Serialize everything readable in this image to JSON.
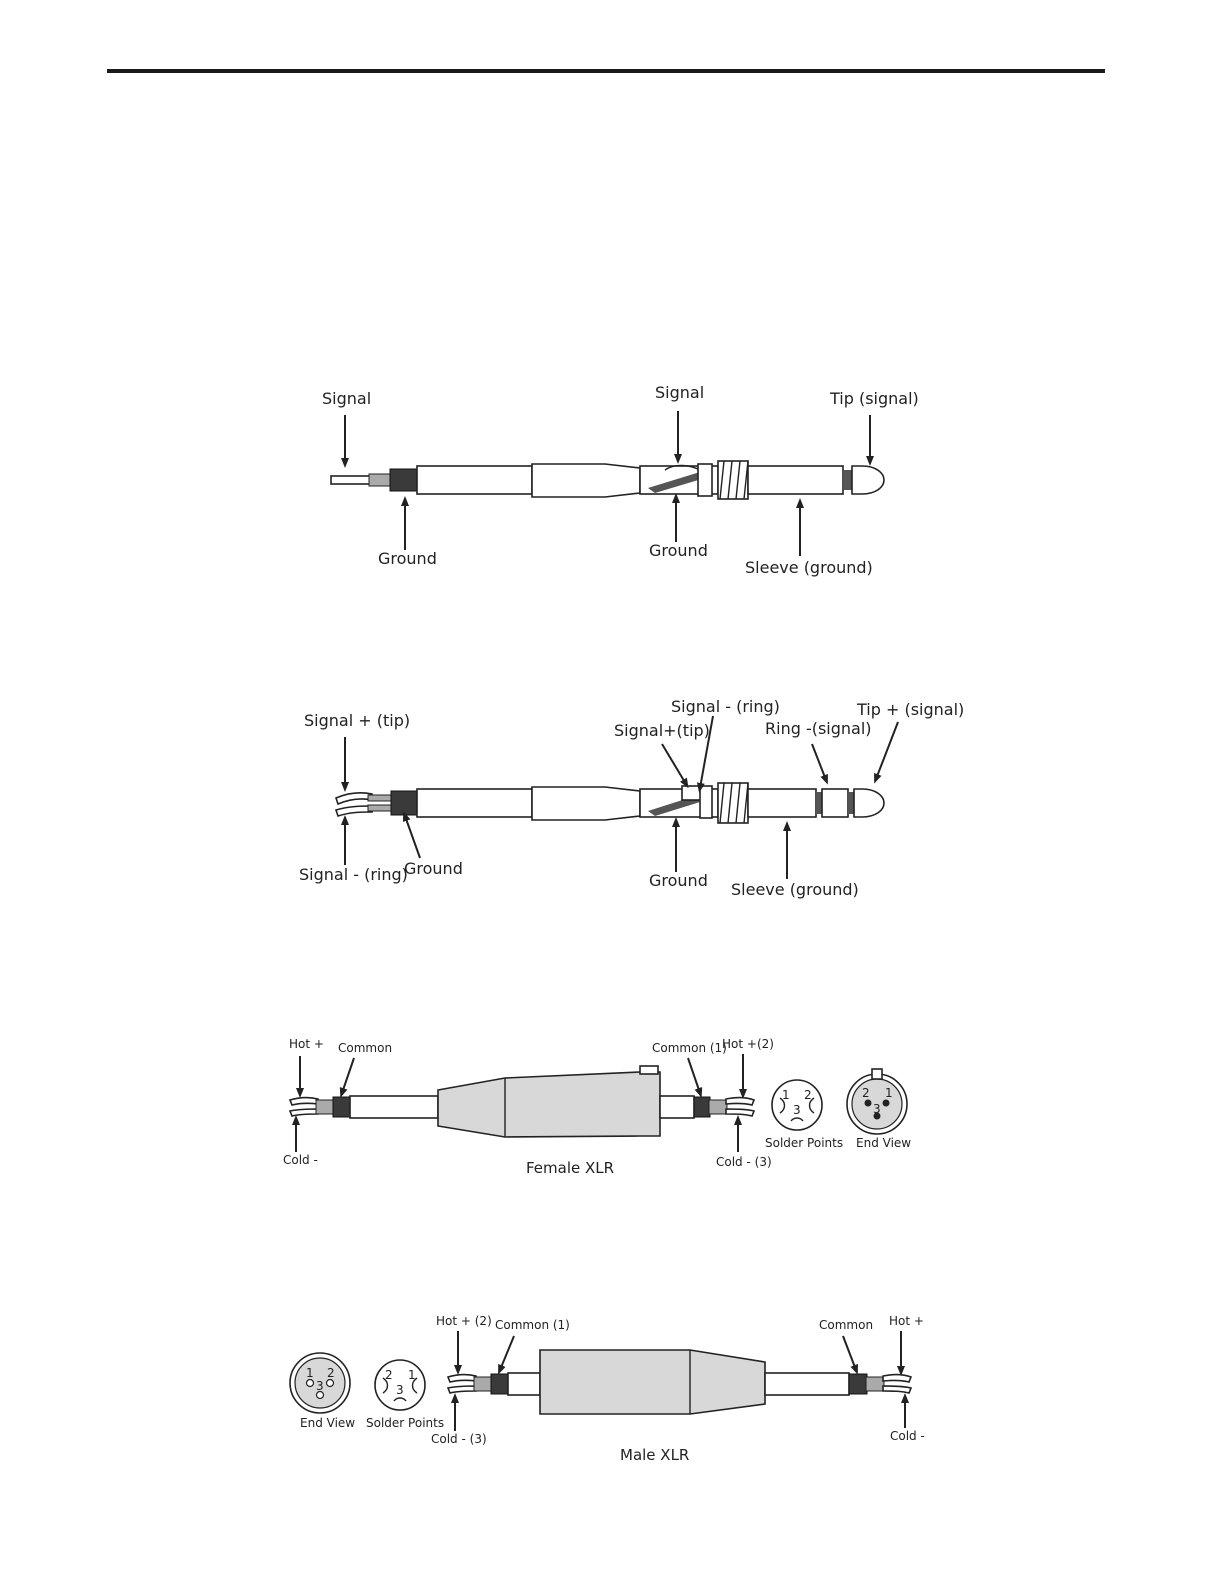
{
  "figure1": {
    "signal_left": "Signal",
    "signal_mid": "Signal",
    "tip": "Tip (signal)",
    "ground_left": "Ground",
    "ground_mid": "Ground",
    "sleeve": "Sleeve (ground)"
  },
  "figure2": {
    "signal_plus_tip_left": "Signal + (tip)",
    "signal_minus_ring_mid": "Signal - (ring)",
    "signal_plus_tip_mid": "Signal+(tip)",
    "tip_plus_signal": "Tip + (signal)",
    "ring_minus_signal": "Ring -(signal)",
    "signal_minus_ring_left": "Signal - (ring)",
    "ground_left": "Ground",
    "ground_mid": "Ground",
    "sleeve": "Sleeve (ground)"
  },
  "figure3": {
    "hot_left": "Hot +",
    "common_left": "Common",
    "common_right": "Common (1)",
    "hot_right": "Hot +(2)",
    "cold_left": "Cold -",
    "cold_right": "Cold - (3)",
    "solder_points": "Solder Points",
    "end_view": "End View",
    "caption": "Female XLR",
    "pins_solder": [
      "1",
      "2",
      "3"
    ],
    "pins_end": [
      "2",
      "1",
      "3"
    ]
  },
  "figure4": {
    "hot_left": "Hot + (2)",
    "common_left": "Common (1)",
    "common_right": "Common",
    "hot_right": "Hot +",
    "cold_left": "Cold - (3)",
    "cold_right": "Cold -",
    "end_view": "End View",
    "solder_points": "Solder Points",
    "caption": "Male XLR",
    "pins_end": [
      "1",
      "2",
      "3"
    ],
    "pins_solder": [
      "2",
      "1",
      "3"
    ]
  }
}
